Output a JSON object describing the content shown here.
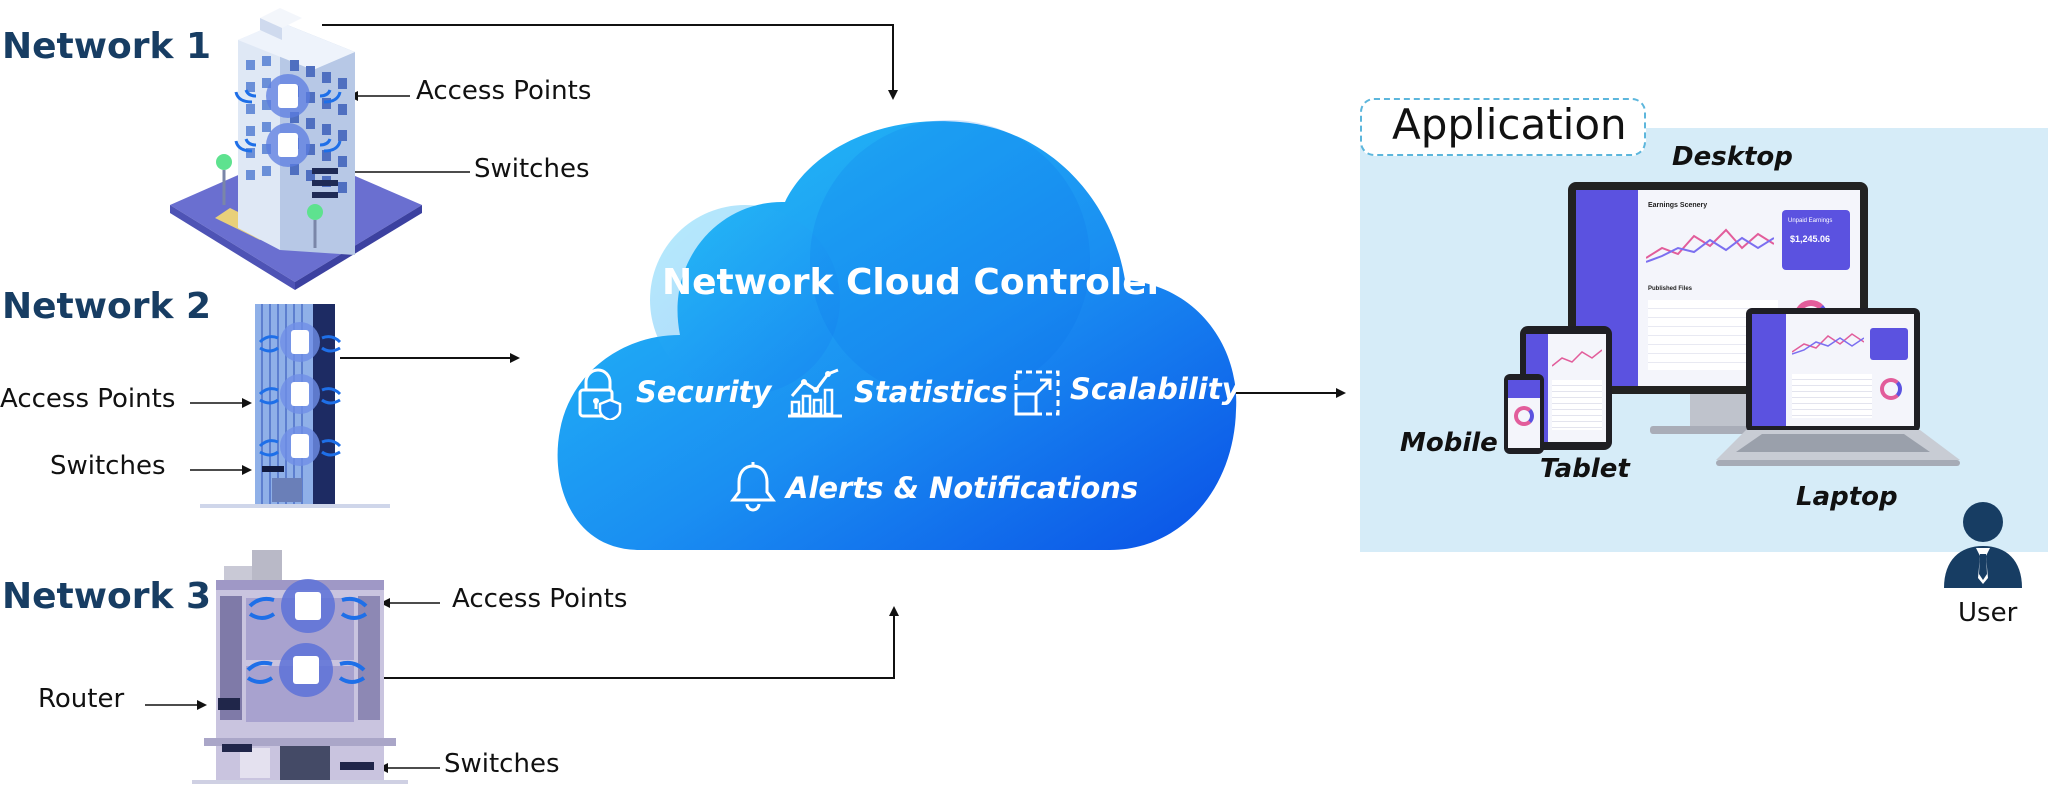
{
  "networks": [
    {
      "title": "Network 1",
      "labels": [
        "Access Points",
        "Switches"
      ]
    },
    {
      "title": "Network 2",
      "labels": [
        "Access Points",
        "Switches"
      ]
    },
    {
      "title": "Network 3",
      "labels": [
        "Access Points",
        "Router",
        "Switches"
      ]
    }
  ],
  "cloud": {
    "title": "Network Cloud Controler",
    "features": [
      "Security",
      "Statistics",
      "Scalability",
      "Alerts & Notifications"
    ]
  },
  "application": {
    "title": "Application",
    "devices": [
      "Desktop",
      "Mobile",
      "Tablet",
      "Laptop"
    ],
    "user": "User",
    "screen": {
      "heading": "Earnings Scenery",
      "card_label": "Unpaid Earnings",
      "card_value": "$1,245.06",
      "table_heading": "Published Files"
    }
  },
  "colors": {
    "title_navy": "#173d63",
    "cloud_light": "#22bdf5",
    "cloud_dark": "#0b55e8",
    "panel": "#d6ecf8",
    "device_accent": "#5b52e0",
    "wifi": "#1e6fe8"
  }
}
